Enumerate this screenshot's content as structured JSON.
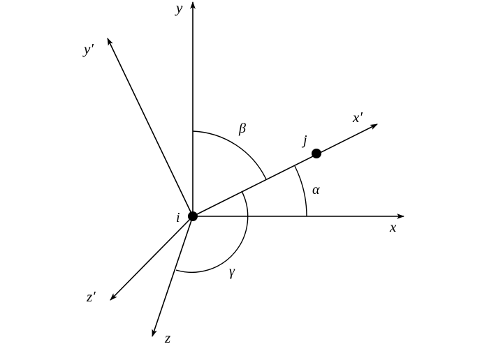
{
  "diagram": {
    "axes": {
      "x": "x",
      "y": "y",
      "z": "z",
      "x_prime": "x′",
      "y_prime": "y′",
      "z_prime": "z′"
    },
    "nodes": {
      "i": "i",
      "j": "j"
    },
    "angles": {
      "alpha": "α",
      "beta": "β",
      "gamma": "γ"
    }
  }
}
